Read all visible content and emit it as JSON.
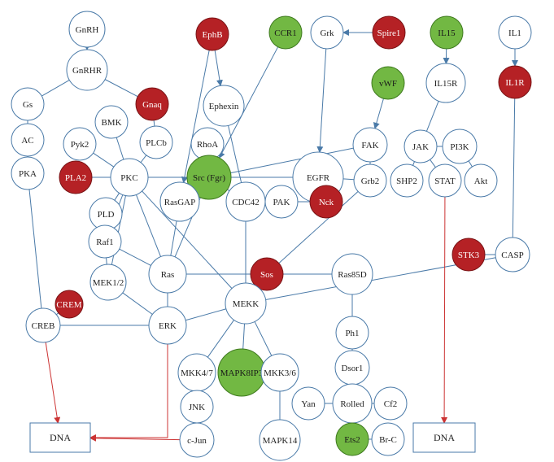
{
  "colors": {
    "edge": "#4a7aa8",
    "node_stroke": "#4a7aa8",
    "plain_fill": "#ffffff",
    "plain_text": "#222222",
    "red_fill": "#b52125",
    "red_stroke": "#7a1416",
    "green_fill": "#72b843",
    "green_stroke": "#3e7a1e",
    "highlight_text": "#ffffff",
    "green_text": "#1a1a1a",
    "red_arrow": "#cc3333"
  },
  "nodes": [
    {
      "id": "GnRH",
      "label": "GnRH",
      "kind": "plain"
    },
    {
      "id": "GnRHR",
      "label": "GnRHR",
      "kind": "plain"
    },
    {
      "id": "Gs",
      "label": "Gs",
      "kind": "plain"
    },
    {
      "id": "AC",
      "label": "AC",
      "kind": "plain"
    },
    {
      "id": "PKA",
      "label": "PKA",
      "kind": "plain"
    },
    {
      "id": "Gnaq",
      "label": "Gnaq",
      "kind": "red"
    },
    {
      "id": "BMK",
      "label": "BMK",
      "kind": "plain"
    },
    {
      "id": "Pyk2",
      "label": "Pyk2",
      "kind": "plain"
    },
    {
      "id": "PLCb",
      "label": "PLCb",
      "kind": "plain"
    },
    {
      "id": "PLA2",
      "label": "PLA2",
      "kind": "red"
    },
    {
      "id": "PKC",
      "label": "PKC",
      "kind": "plain"
    },
    {
      "id": "PLD",
      "label": "PLD",
      "kind": "plain"
    },
    {
      "id": "EphB",
      "label": "EphB",
      "kind": "red"
    },
    {
      "id": "Ephexin",
      "label": "Ephexin",
      "kind": "plain"
    },
    {
      "id": "RhoA",
      "label": "RhoA",
      "kind": "plain"
    },
    {
      "id": "CCR1",
      "label": "CCR1",
      "kind": "green"
    },
    {
      "id": "Src",
      "label": "Src (Fgr)",
      "kind": "green"
    },
    {
      "id": "Grk",
      "label": "Grk",
      "kind": "plain"
    },
    {
      "id": "Spire1",
      "label": "Spire1",
      "kind": "red"
    },
    {
      "id": "vWF",
      "label": "vWF",
      "kind": "green"
    },
    {
      "id": "FAK",
      "label": "FAK",
      "kind": "plain"
    },
    {
      "id": "EGFR",
      "label": "EGFR",
      "kind": "plain"
    },
    {
      "id": "Grb2",
      "label": "Grb2",
      "kind": "plain"
    },
    {
      "id": "IL15",
      "label": "IL15",
      "kind": "green"
    },
    {
      "id": "IL15R",
      "label": "IL15R",
      "kind": "plain"
    },
    {
      "id": "JAK",
      "label": "JAK",
      "kind": "plain"
    },
    {
      "id": "PI3K",
      "label": "PI3K",
      "kind": "plain"
    },
    {
      "id": "SHP2",
      "label": "SHP2",
      "kind": "plain"
    },
    {
      "id": "STAT",
      "label": "STAT",
      "kind": "plain"
    },
    {
      "id": "Akt",
      "label": "Akt",
      "kind": "plain"
    },
    {
      "id": "IL1",
      "label": "IL1",
      "kind": "plain"
    },
    {
      "id": "IL1R",
      "label": "IL1R",
      "kind": "red"
    },
    {
      "id": "RasGAP",
      "label": "RasGAP",
      "kind": "plain"
    },
    {
      "id": "CDC42",
      "label": "CDC42",
      "kind": "plain"
    },
    {
      "id": "PAK",
      "label": "PAK",
      "kind": "plain"
    },
    {
      "id": "Nck",
      "label": "Nck",
      "kind": "red"
    },
    {
      "id": "Raf1",
      "label": "Raf1",
      "kind": "plain"
    },
    {
      "id": "Ras",
      "label": "Ras",
      "kind": "plain"
    },
    {
      "id": "Sos",
      "label": "Sos",
      "kind": "red"
    },
    {
      "id": "Ras85D",
      "label": "Ras85D",
      "kind": "plain"
    },
    {
      "id": "STK3",
      "label": "STK3",
      "kind": "red"
    },
    {
      "id": "CASP",
      "label": "CASP",
      "kind": "plain"
    },
    {
      "id": "CREM",
      "label": "CREM",
      "kind": "red"
    },
    {
      "id": "MEK12",
      "label": "MEK1/2",
      "kind": "plain"
    },
    {
      "id": "CREB",
      "label": "CREB",
      "kind": "plain"
    },
    {
      "id": "ERK",
      "label": "ERK",
      "kind": "plain"
    },
    {
      "id": "MEKK",
      "label": "MEKK",
      "kind": "plain"
    },
    {
      "id": "Ph1",
      "label": "Ph1",
      "kind": "plain"
    },
    {
      "id": "MKK47",
      "label": "MKK4/7",
      "kind": "plain"
    },
    {
      "id": "MAPK8IP3",
      "label": "MAPK8IP3",
      "kind": "green"
    },
    {
      "id": "MKK36",
      "label": "MKK3/6",
      "kind": "plain"
    },
    {
      "id": "Dsor1",
      "label": "Dsor1",
      "kind": "plain"
    },
    {
      "id": "JNK",
      "label": "JNK",
      "kind": "plain"
    },
    {
      "id": "Yan",
      "label": "Yan",
      "kind": "plain"
    },
    {
      "id": "Rolled",
      "label": "Rolled",
      "kind": "plain"
    },
    {
      "id": "Cf2",
      "label": "Cf2",
      "kind": "plain"
    },
    {
      "id": "cJun",
      "label": "c-Jun",
      "kind": "plain"
    },
    {
      "id": "Ets2",
      "label": "Ets2",
      "kind": "green"
    },
    {
      "id": "BrC",
      "label": "Br-C",
      "kind": "plain"
    },
    {
      "id": "MAPK14",
      "label": "MAPK14",
      "kind": "plain"
    }
  ],
  "boxes": [
    {
      "id": "DNA1",
      "label": "DNA"
    },
    {
      "id": "DNA2",
      "label": "DNA"
    }
  ],
  "edges": [
    {
      "from": "GnRH",
      "to": "GnRHR",
      "arrow": true
    },
    {
      "from": "GnRHR",
      "to": "Gs"
    },
    {
      "from": "Gs",
      "to": "AC"
    },
    {
      "from": "AC",
      "to": "PKA"
    },
    {
      "from": "PKA",
      "to": "CREB"
    },
    {
      "from": "GnRHR",
      "to": "Gnaq"
    },
    {
      "from": "Gnaq",
      "to": "PLCb"
    },
    {
      "from": "PLCb",
      "to": "PKC"
    },
    {
      "from": "BMK",
      "to": "PKC"
    },
    {
      "from": "Pyk2",
      "to": "PKC"
    },
    {
      "from": "PLA2",
      "to": "PKC"
    },
    {
      "from": "PLD",
      "to": "PKC"
    },
    {
      "from": "PKC",
      "to": "Src"
    },
    {
      "from": "PKC",
      "to": "Raf1"
    },
    {
      "from": "PKC",
      "to": "Ras"
    },
    {
      "from": "PKC",
      "to": "MEK12"
    },
    {
      "from": "PKC",
      "to": "MEKK"
    },
    {
      "from": "EphB",
      "to": "Ephexin",
      "arrow": true
    },
    {
      "from": "EphB",
      "to": "RasGAP",
      "arrow": true
    },
    {
      "from": "Ephexin",
      "to": "CDC42"
    },
    {
      "from": "CCR1",
      "to": "Src",
      "arrow": true
    },
    {
      "from": "Spire1",
      "to": "Grk",
      "arrow": true
    },
    {
      "from": "Grk",
      "to": "EGFR",
      "arrow": true
    },
    {
      "from": "vWF",
      "to": "FAK",
      "arrow": true
    },
    {
      "from": "FAK",
      "to": "Src"
    },
    {
      "from": "FAK",
      "to": "Grb2"
    },
    {
      "from": "Src",
      "to": "EGFR"
    },
    {
      "from": "EGFR",
      "to": "Grb2"
    },
    {
      "from": "Src",
      "to": "CDC42"
    },
    {
      "from": "Src",
      "to": "Ras"
    },
    {
      "from": "RasGAP",
      "to": "Ras"
    },
    {
      "from": "CDC42",
      "to": "PAK"
    },
    {
      "from": "PAK",
      "to": "Nck"
    },
    {
      "from": "CDC42",
      "to": "MEKK"
    },
    {
      "from": "Grb2",
      "to": "Sos"
    },
    {
      "from": "Raf1",
      "to": "Ras"
    },
    {
      "from": "Ras",
      "to": "Sos"
    },
    {
      "from": "Sos",
      "to": "Ras85D"
    },
    {
      "from": "Raf1",
      "to": "MEK12"
    },
    {
      "from": "MEK12",
      "to": "ERK"
    },
    {
      "from": "Ras",
      "to": "ERK"
    },
    {
      "from": "CREM",
      "to": "CREB"
    },
    {
      "from": "CREB",
      "to": "ERK"
    },
    {
      "from": "ERK",
      "to": "MEKK"
    },
    {
      "from": "MEKK",
      "to": "CASP"
    },
    {
      "from": "STK3",
      "to": "CASP"
    },
    {
      "from": "IL1R",
      "to": "CASP"
    },
    {
      "from": "IL1",
      "to": "IL1R",
      "arrow": true
    },
    {
      "from": "IL15",
      "to": "IL15R",
      "arrow": true
    },
    {
      "from": "IL15R",
      "to": "JAK"
    },
    {
      "from": "JAK",
      "to": "PI3K"
    },
    {
      "from": "JAK",
      "to": "SHP2"
    },
    {
      "from": "JAK",
      "to": "STAT"
    },
    {
      "from": "PI3K",
      "to": "Akt"
    },
    {
      "from": "STAT",
      "to": "DNA2",
      "arrow": true,
      "red": true
    },
    {
      "from": "Ras85D",
      "to": "Ph1"
    },
    {
      "from": "Ph1",
      "to": "Dsor1"
    },
    {
      "from": "Dsor1",
      "to": "Rolled"
    },
    {
      "from": "Yan",
      "to": "Rolled"
    },
    {
      "from": "Rolled",
      "to": "Cf2"
    },
    {
      "from": "Rolled",
      "to": "Ets2"
    },
    {
      "from": "Ets2",
      "to": "BrC"
    },
    {
      "from": "MEKK",
      "to": "MKK47"
    },
    {
      "from": "MEKK",
      "to": "MAPK8IP3"
    },
    {
      "from": "MEKK",
      "to": "MKK36"
    },
    {
      "from": "MKK47",
      "to": "JNK"
    },
    {
      "from": "JNK",
      "to": "cJun"
    },
    {
      "from": "MKK36",
      "to": "MAPK14"
    },
    {
      "from": "CREB",
      "to": "DNA1",
      "arrow": true,
      "red": true
    },
    {
      "from": "ERK",
      "to": "DNA1",
      "arrow": true,
      "red": true,
      "route": "elbow"
    },
    {
      "from": "cJun",
      "to": "DNA1",
      "arrow": true,
      "red": true
    }
  ]
}
